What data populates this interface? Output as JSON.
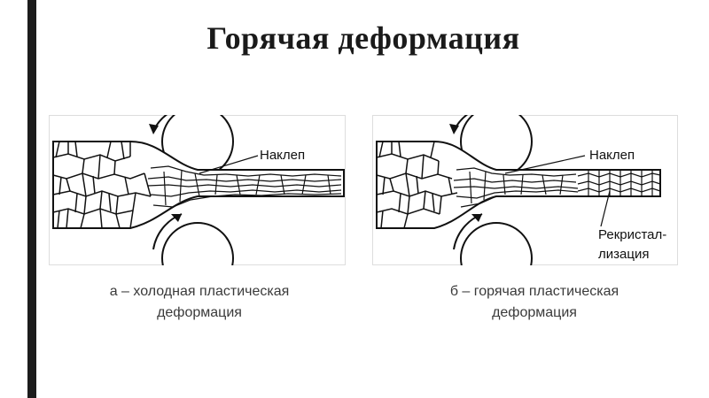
{
  "slide": {
    "title": "Горячая деформация",
    "figure_a": {
      "label_naklep": "Наклеп",
      "caption_line1": "а – холодная пластическая",
      "caption_line2": "деформация"
    },
    "figure_b": {
      "label_naklep": "Наклеп",
      "label_recryst_line1": "Рекристал-",
      "label_recryst_line2": "лизация",
      "caption_line1": "б – горячая пластическая",
      "caption_line2": "деформация"
    }
  },
  "colors": {
    "accent_bar": "#1c1c1c",
    "ink": "#111111",
    "caption": "#3a3a3a"
  }
}
